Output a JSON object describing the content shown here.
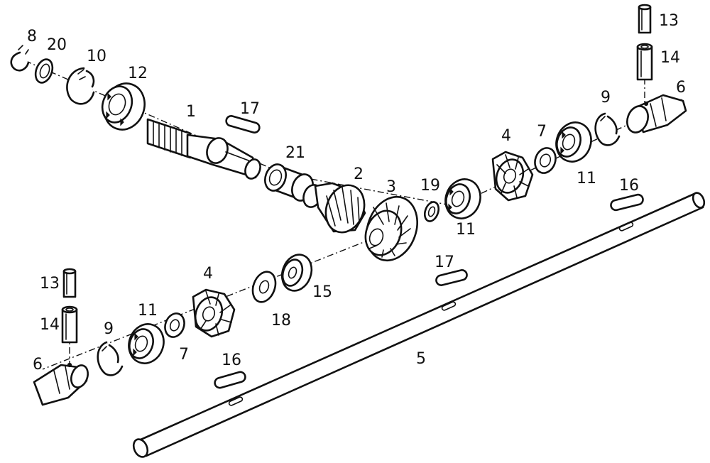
{
  "labels": {
    "l1": "1",
    "l2": "2",
    "l3": "3",
    "l4a": "4",
    "l4b": "4",
    "l5": "5",
    "l6a": "6",
    "l6b": "6",
    "l7a": "7",
    "l7b": "7",
    "l8": "8",
    "l9a": "9",
    "l9b": "9",
    "l10": "10",
    "l11a": "11",
    "l11b": "11",
    "l11c": "11",
    "l12": "12",
    "l13a": "13",
    "l13b": "13",
    "l14a": "14",
    "l14b": "14",
    "l15": "15",
    "l16a": "16",
    "l16b": "16",
    "l17a": "17",
    "l17b": "17",
    "l18": "18",
    "l19": "19",
    "l20": "20",
    "l21": "21"
  }
}
